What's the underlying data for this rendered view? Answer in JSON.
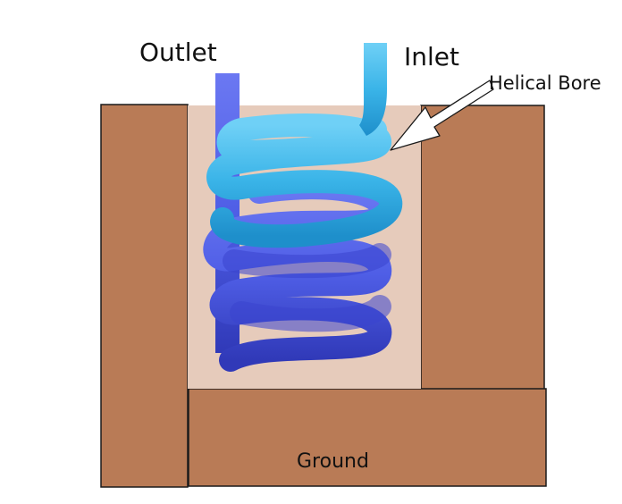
{
  "labels": {
    "outlet": "Outlet",
    "inlet": "Inlet",
    "helical_bore": "Helical Bore",
    "ground": "Ground"
  },
  "colors": {
    "ground": "#b97b56",
    "bore_fill": "#e6cbbb",
    "outline": "#1a1a1a",
    "inlet_pipe": "#3ab4e8",
    "inlet_pipe_dark": "#1e8fcb",
    "outlet_pipe": "#4f5ee6",
    "outlet_pipe_dark": "#3a3fc4",
    "callout_fill": "#ffffff"
  }
}
